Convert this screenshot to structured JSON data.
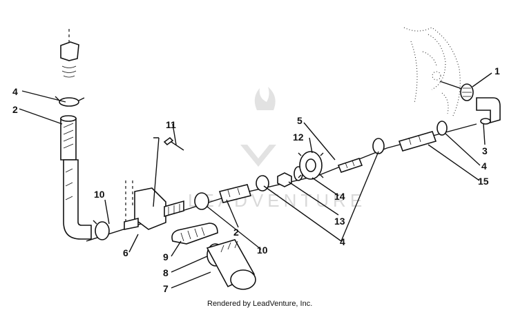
{
  "watermark": {
    "text": "LEADVENTURE"
  },
  "credit": "Rendered by LeadVenture, Inc.",
  "callouts": {
    "c1": "1",
    "c2_left": "2",
    "c2_mid": "2",
    "c3": "3",
    "c4_left": "4",
    "c4_right": "4",
    "c4_bottom": "4",
    "c5": "5",
    "c6": "6",
    "c7": "7",
    "c8": "8",
    "c9": "9",
    "c10_left": "10",
    "c10_mid": "10",
    "c11": "11",
    "c12": "12",
    "c13": "13",
    "c14": "14",
    "c15": "15"
  }
}
